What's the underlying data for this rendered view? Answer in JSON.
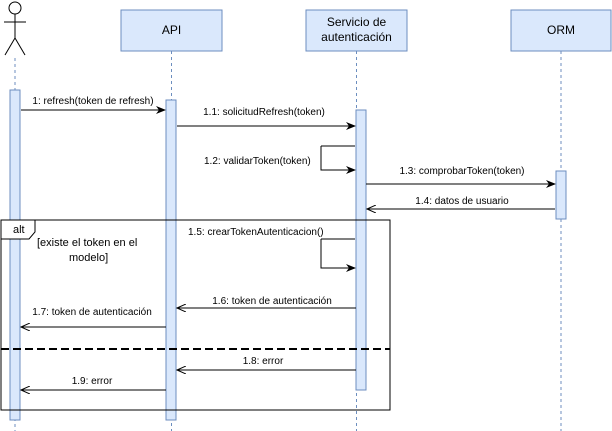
{
  "participants": {
    "api": "API",
    "auth_line1": "Servicio de",
    "auth_line2": "autenticación",
    "orm": "ORM"
  },
  "messages": {
    "m1": "1: refresh(token de refresh)",
    "m1_1": "1.1: solicitudRefresh(token)",
    "m1_2": "1.2: validarToken(token)",
    "m1_3": "1.3: comprobarToken(token)",
    "m1_4": "1.4: datos de usuario",
    "m1_5": "1.5: crearTokenAutenticacion()",
    "m1_6": "1.6: token de autenticación",
    "m1_7": "1.7: token de autenticación",
    "m1_8": "1.8: error",
    "m1_9": "1.9: error"
  },
  "fragment": {
    "operator": "alt",
    "guard_line1": "[existe el token en el",
    "guard_line2": "modelo]"
  },
  "colors": {
    "box_fill": "#dae8fc",
    "box_stroke": "#6c8ebf",
    "line": "#000000"
  },
  "icons": {
    "actor": "actor-stick-figure-icon"
  }
}
